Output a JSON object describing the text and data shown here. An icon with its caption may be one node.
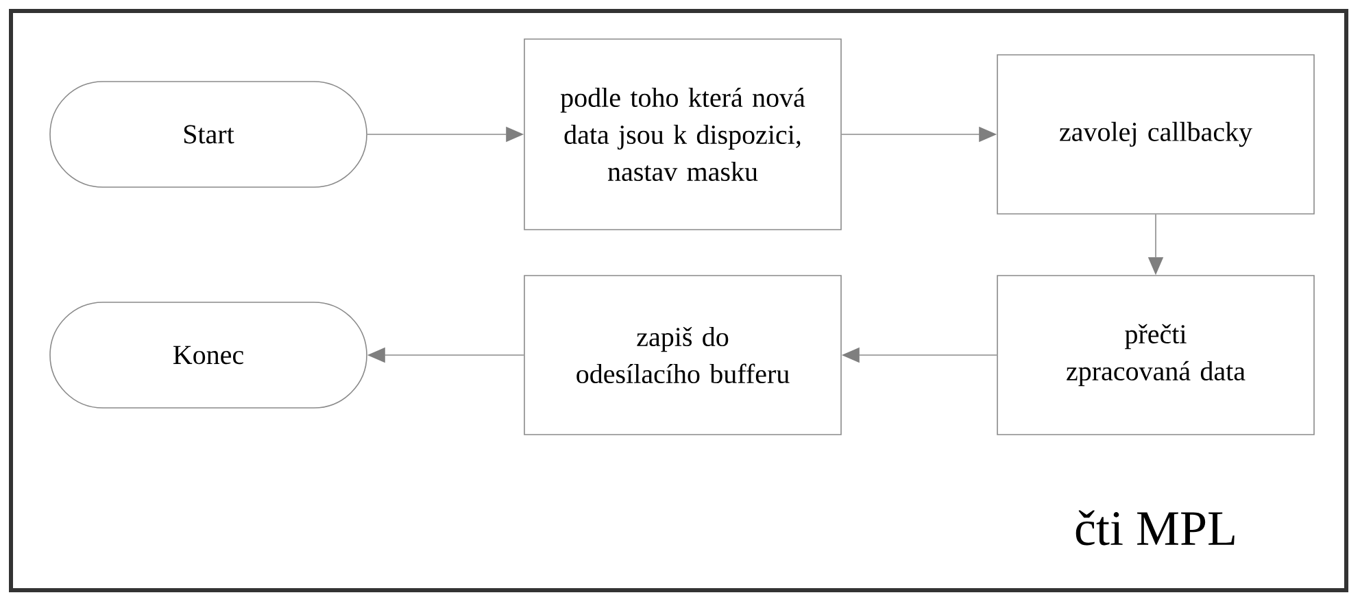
{
  "diagram": {
    "nodes": [
      {
        "text": [
          "čti MPL"
        ]
      },
      {
        "text": [
          "Start"
        ],
        "in": 0
      },
      {
        "text": [
          "podle toho která nová data jsou k dispozici, nastav masku"
        ],
        "in": 0
      },
      {
        "text": [
          "zavolej callbacky"
        ],
        "in": 0
      },
      {
        "text": [
          "přečti zpracovaná data"
        ],
        "in": 0
      },
      {
        "text": [
          "zapiš do odesílacího bufferu"
        ],
        "in": 0
      },
      {
        "text": [
          "Konec"
        ],
        "in": 0
      }
    ],
    "edges": [
      {
        "from": 1,
        "to": 2,
        "arrow": "to"
      },
      {
        "from": 2,
        "to": 3,
        "arrow": "to"
      },
      {
        "from": 3,
        "to": 4,
        "arrow": "to"
      },
      {
        "from": 4,
        "to": 5,
        "arrow": "to"
      },
      {
        "from": 5,
        "to": 6,
        "arrow": "to"
      }
    ]
  }
}
